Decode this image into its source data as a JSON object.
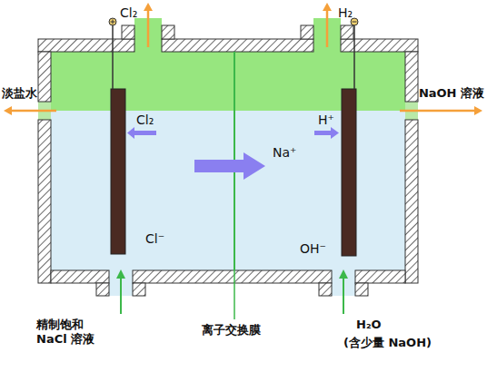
{
  "diagram": {
    "labels": [
      "Cl₂",
      "H₂",
      "淡盐水",
      "NaOH 溶液",
      "Cl₂",
      "H⁺",
      "Na⁺",
      "Cl⁻",
      "OH⁻",
      "精制饱和 NaCl 溶液",
      "离子交换膜",
      "H₂O",
      "(含少量 NaOH)"
    ]
  }
}
